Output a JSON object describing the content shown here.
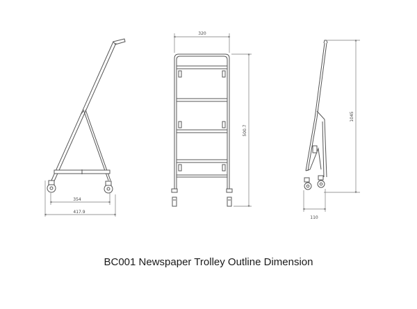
{
  "caption": "BC001 Newspaper Trolley Outline Dimension",
  "dimensions": {
    "side_wheelbase": "354",
    "side_overall_length": "417.9",
    "front_width": "320",
    "front_height": "500.7",
    "end_total_height": "1045",
    "end_base_depth": "110"
  },
  "colors": {
    "line": "#555555",
    "dim_line": "#777777",
    "text": "#1a1a1a"
  }
}
